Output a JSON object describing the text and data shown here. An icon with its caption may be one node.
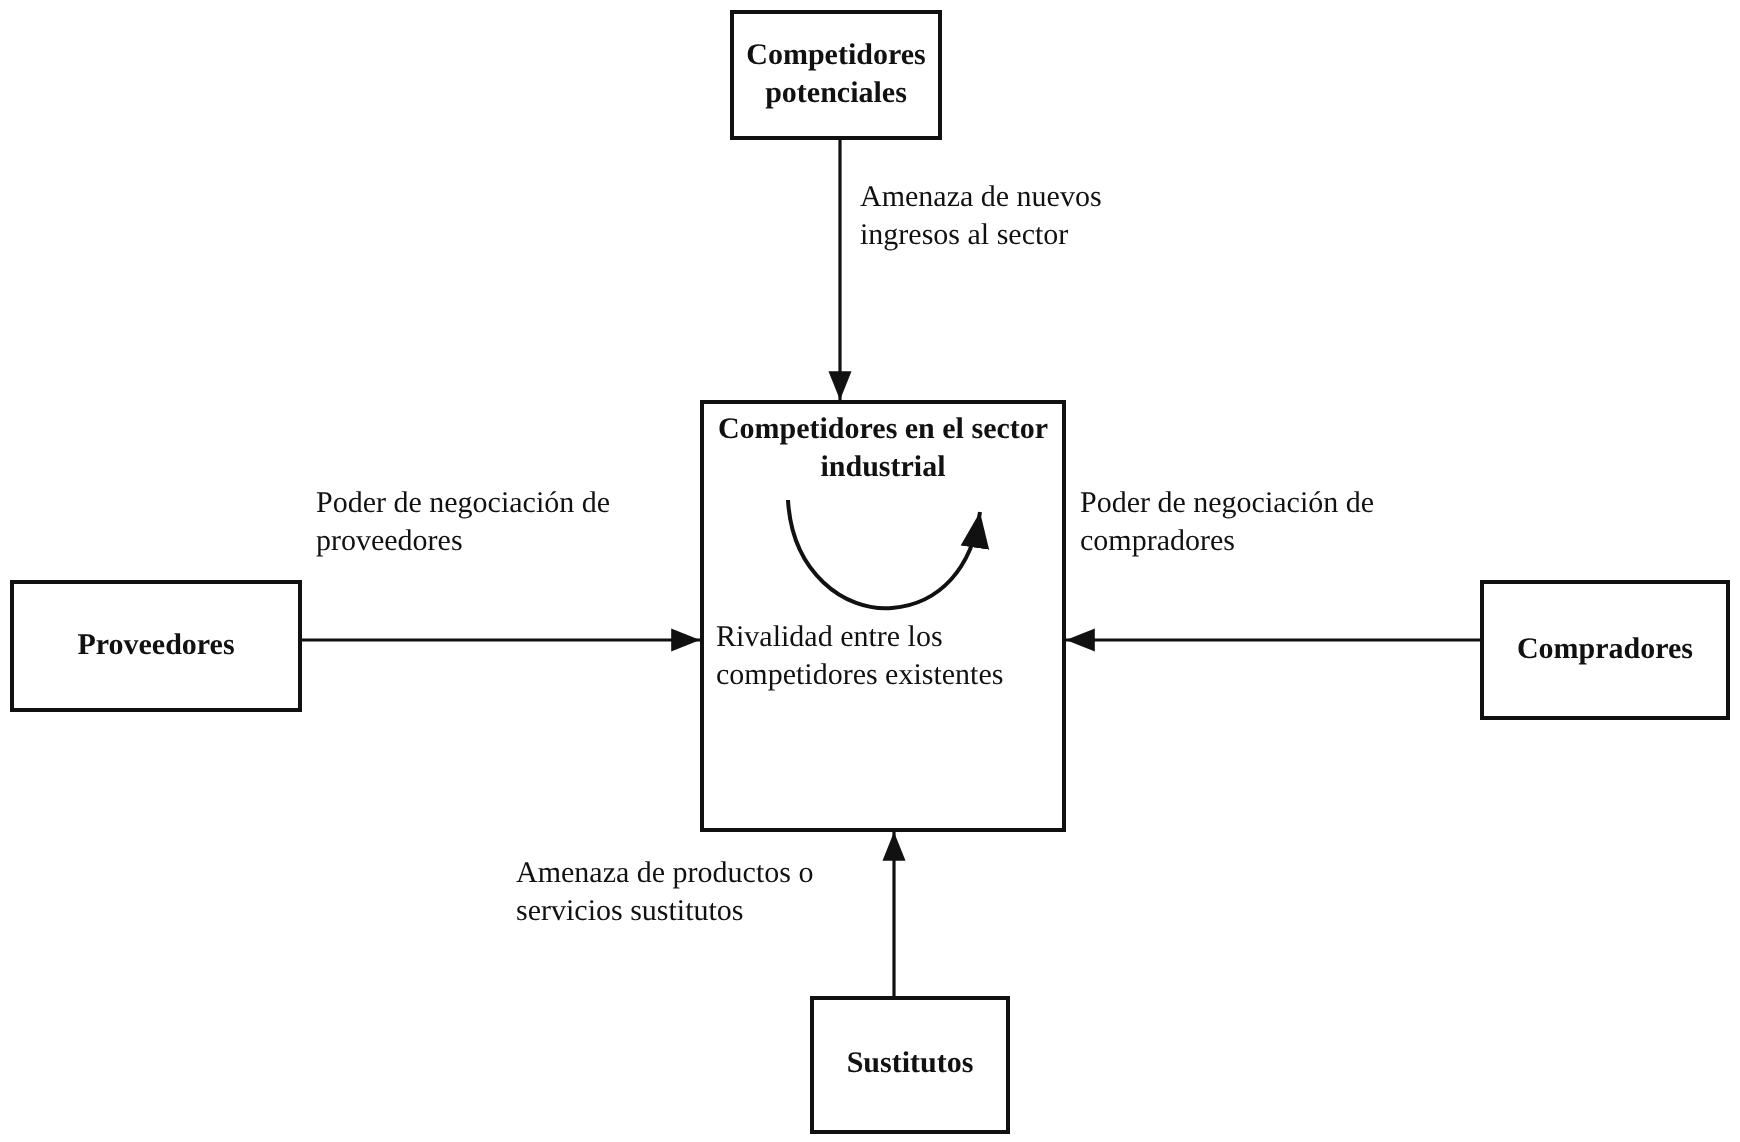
{
  "diagram": {
    "nodes": [
      {
        "text": [
          "Competidores potenciales"
        ]
      },
      {
        "text": [
          "Proveedores"
        ]
      },
      {
        "text": [
          "Competidores en el sector industrial",
          "Rivalidad entre los competidores existentes"
        ]
      },
      {
        "text": [
          "Compradores"
        ]
      },
      {
        "text": [
          "Sustitutos"
        ]
      }
    ],
    "edges": [
      {
        "from": 0,
        "to": 2,
        "arrow": "to",
        "label": "Amenaza de nuevos ingresos al sector"
      },
      {
        "from": 1,
        "to": 2,
        "arrow": "to",
        "label": "Poder de negociación de proveedores"
      },
      {
        "from": 3,
        "to": 2,
        "arrow": "to",
        "label": "Poder de negociación de compradores"
      },
      {
        "from": 4,
        "to": 2,
        "arrow": "to",
        "label": "Amenaza de productos o servicios sustitutos"
      }
    ]
  }
}
